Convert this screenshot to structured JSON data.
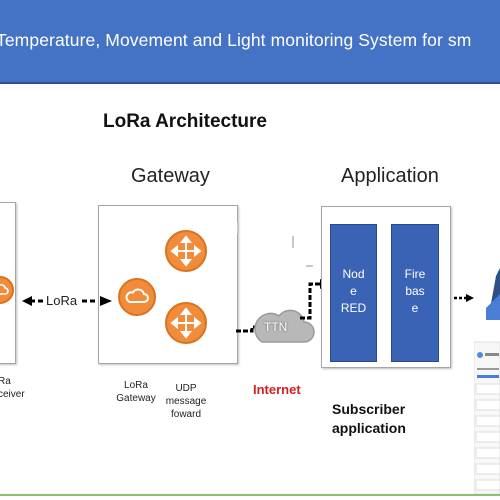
{
  "banner": {
    "text": "Temperature, Movement and Light monitoring System for sm"
  },
  "diagram": {
    "title": "LoRa Architecture",
    "gateway_title": "Gateway",
    "application_title": "Application",
    "lora_link_label": "LoRa",
    "node_caption": [
      "Ra",
      "ceiver"
    ],
    "lora_gateway_caption": [
      "LoRa",
      "Gateway"
    ],
    "udp_caption": [
      "UDP",
      "message",
      "foward"
    ],
    "ttn_label": "TTN",
    "internet_label": "Internet",
    "node_red_lines": [
      "Nod",
      "e",
      "RED"
    ],
    "firebase_lines": [
      "Fire",
      "bas",
      "e"
    ],
    "subscriber_lines": [
      "Subscriber",
      "application"
    ],
    "colors": {
      "banner": "#4472c4",
      "router_orange": "#f08c3a",
      "app_blue": "#3b63b5",
      "internet_red": "#d32020"
    },
    "icons": [
      "cloud-icon",
      "router-icon",
      "arrow-icon"
    ]
  }
}
